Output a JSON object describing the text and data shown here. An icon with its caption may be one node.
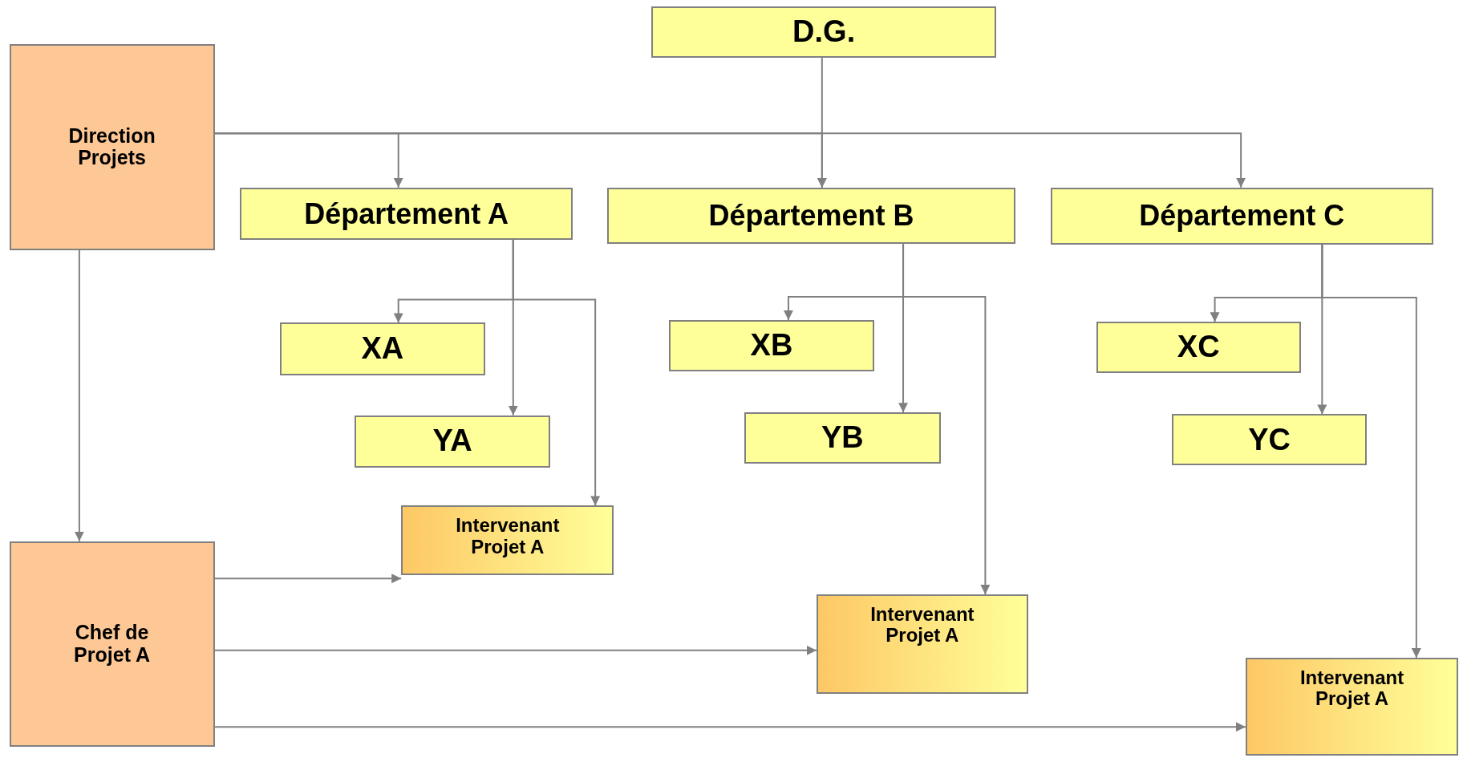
{
  "diagram": {
    "nodes": [
      {
        "text": [
          "D.G."
        ]
      },
      {
        "text": [
          "Direction Projets"
        ]
      },
      {
        "text": [
          "Département A"
        ]
      },
      {
        "text": [
          "Département B"
        ]
      },
      {
        "text": [
          "Département C"
        ]
      },
      {
        "text": [
          "XA"
        ]
      },
      {
        "text": [
          "YA"
        ]
      },
      {
        "text": [
          "XB"
        ]
      },
      {
        "text": [
          "YB"
        ]
      },
      {
        "text": [
          "XC"
        ]
      },
      {
        "text": [
          "YC"
        ]
      },
      {
        "text": [
          "Chef de Projet A"
        ]
      },
      {
        "text": [
          "Intervenant Projet A"
        ]
      },
      {
        "text": [
          "Intervenant Projet A"
        ]
      },
      {
        "text": [
          "Intervenant Projet A"
        ]
      }
    ],
    "edges": [
      {
        "from": 1,
        "to": 2,
        "arrow": "to"
      },
      {
        "from": 1,
        "to": 3,
        "arrow": "to"
      },
      {
        "from": 1,
        "to": 4,
        "arrow": "to"
      },
      {
        "from": 0,
        "to": 3,
        "arrow": "to"
      },
      {
        "from": 2,
        "to": 5,
        "arrow": "to"
      },
      {
        "from": 2,
        "to": 6,
        "arrow": "to"
      },
      {
        "from": 2,
        "to": 12,
        "arrow": "to"
      },
      {
        "from": 3,
        "to": 7,
        "arrow": "to"
      },
      {
        "from": 3,
        "to": 8,
        "arrow": "to"
      },
      {
        "from": 3,
        "to": 13,
        "arrow": "to"
      },
      {
        "from": 4,
        "to": 9,
        "arrow": "to"
      },
      {
        "from": 4,
        "to": 10,
        "arrow": "to"
      },
      {
        "from": 4,
        "to": 14,
        "arrow": "to"
      },
      {
        "from": 1,
        "to": 11,
        "arrow": "to"
      },
      {
        "from": 11,
        "to": 12,
        "arrow": "to"
      },
      {
        "from": 11,
        "to": 13,
        "arrow": "to"
      },
      {
        "from": 11,
        "to": 14,
        "arrow": "to"
      }
    ]
  }
}
